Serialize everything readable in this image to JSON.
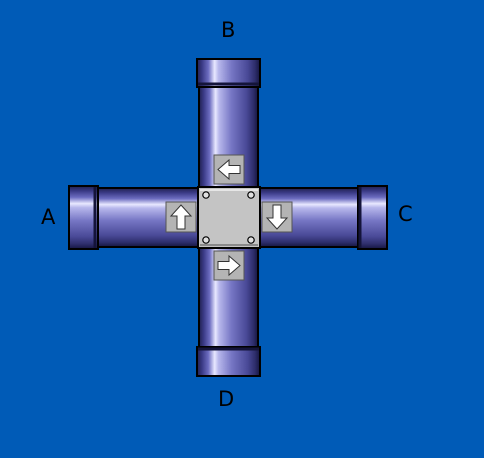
{
  "labels": {
    "top": "B",
    "left": "A",
    "right": "C",
    "bottom": "D"
  },
  "arrows": {
    "above_hub": "left-arrow-icon",
    "left_of_hub": "up-arrow-icon",
    "right_of_hub": "down-arrow-icon",
    "below_hub": "right-arrow-icon"
  },
  "colors": {
    "background": "#005BB7",
    "pipe_dark": "#2F2F6E",
    "pipe_mid": "#5A5AA8",
    "pipe_light": "#9C9CDC",
    "pipe_highlight": "#E8E8FF",
    "hub": "#C0C0C0"
  }
}
